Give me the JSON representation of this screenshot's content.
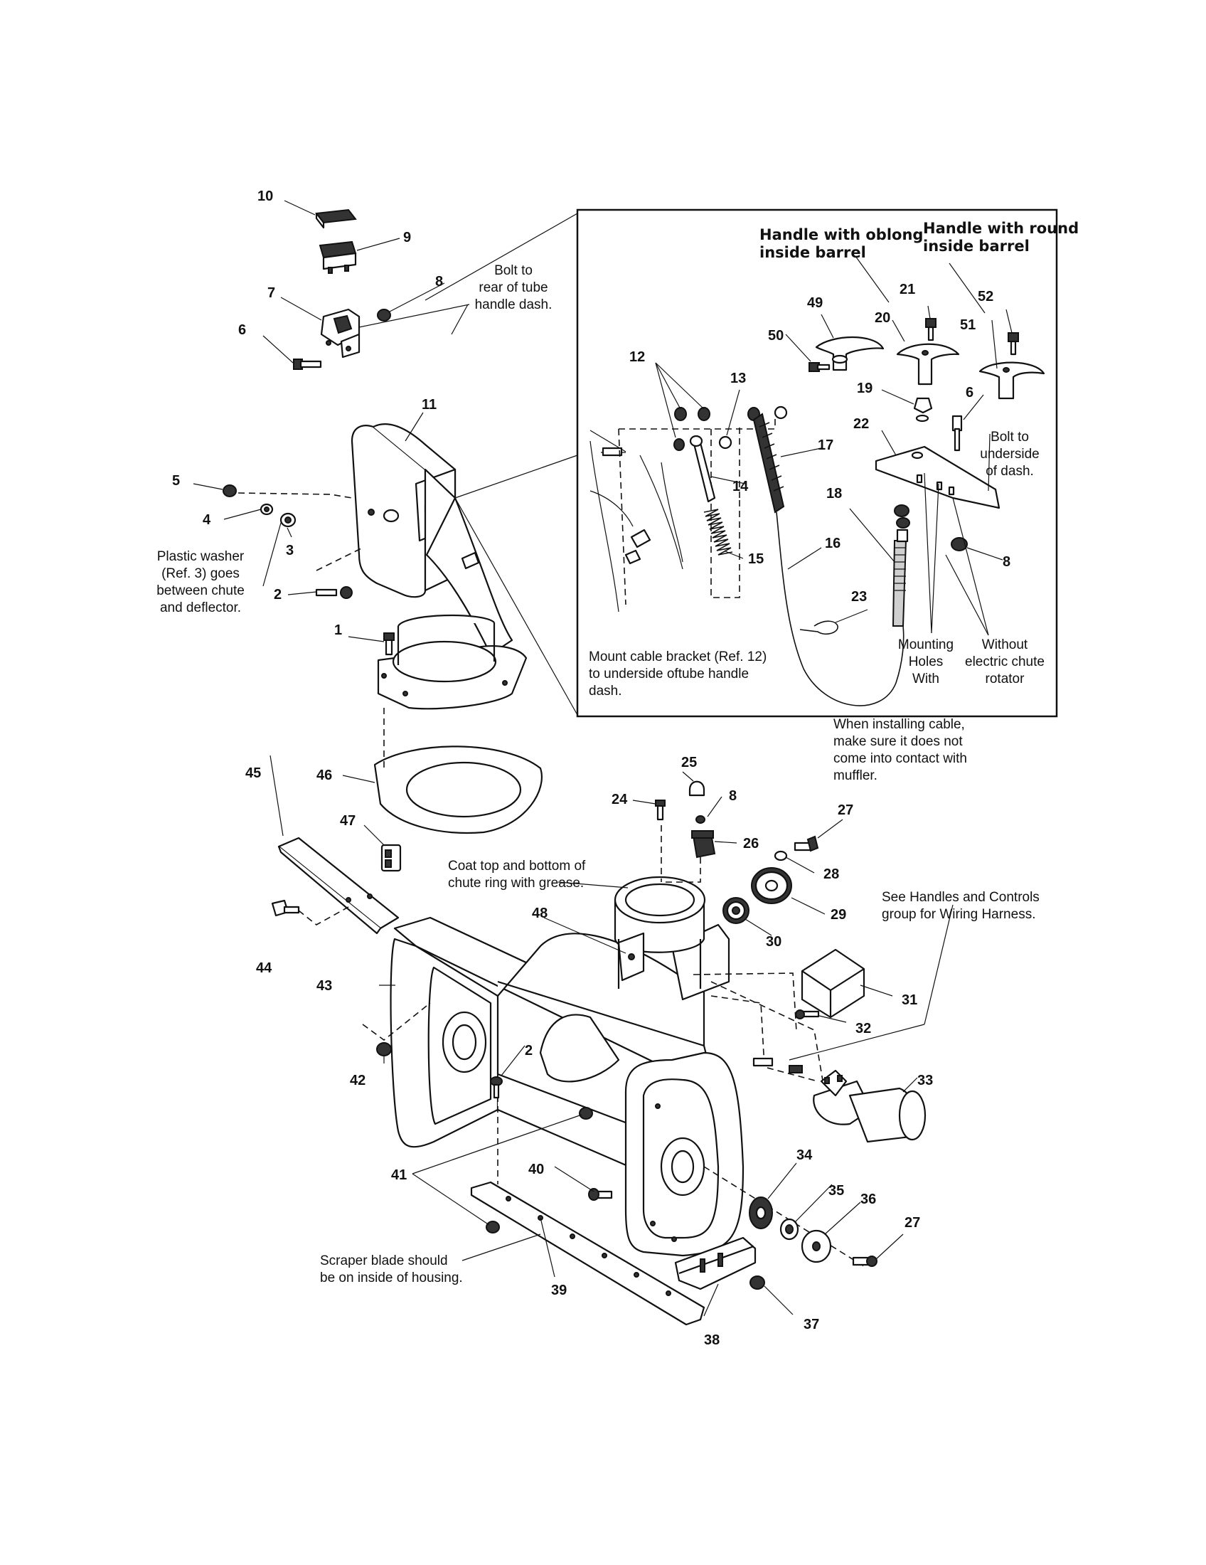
{
  "callouts": {
    "c1": "1",
    "c2a": "2",
    "c2b": "2",
    "c3": "3",
    "c4": "4",
    "c5": "5",
    "c6a": "6",
    "c6b": "6",
    "c7": "7",
    "c8a": "8",
    "c8b": "8",
    "c8c": "8",
    "c9": "9",
    "c10": "10",
    "c11": "11",
    "c12": "12",
    "c13": "13",
    "c14": "14",
    "c15": "15",
    "c16": "16",
    "c17": "17",
    "c18": "18",
    "c19": "19",
    "c20": "20",
    "c21": "21",
    "c22": "22",
    "c23": "23",
    "c24": "24",
    "c25": "25",
    "c26": "26",
    "c27a": "27",
    "c27b": "27",
    "c28": "28",
    "c29": "29",
    "c30": "30",
    "c31": "31",
    "c32": "32",
    "c33": "33",
    "c34": "34",
    "c35": "35",
    "c36": "36",
    "c37": "37",
    "c38": "38",
    "c39": "39",
    "c40": "40",
    "c41": "41",
    "c42": "42",
    "c43": "43",
    "c44": "44",
    "c45": "45",
    "c46": "46",
    "c47": "47",
    "c48": "48",
    "c49": "49",
    "c50": "50",
    "c51": "51",
    "c52": "52"
  },
  "notes": {
    "bolt_rear": [
      "Bolt to",
      "rear of tube",
      "handle dash."
    ],
    "plastic_washer": [
      "Plastic washer",
      "(Ref. 3) goes",
      "between chute",
      "and deflector."
    ],
    "handle_oblong": [
      "Handle with oblong",
      "inside barrel"
    ],
    "handle_round": [
      "Handle with round",
      "inside barrel"
    ],
    "bolt_underside": [
      "Bolt to",
      "underside",
      "of dash."
    ],
    "mount_cable": [
      "Mount cable bracket (Ref. 12)",
      "to underside oftube handle",
      "dash."
    ],
    "mounting_holes": [
      "Mounting",
      "Holes",
      "With"
    ],
    "without_rotator": [
      "Without",
      "electric chute",
      "rotator"
    ],
    "installing_cable": [
      "When installing cable,",
      "make sure it does not",
      "come into contact with",
      "muffler."
    ],
    "coat_grease": [
      "Coat top and bottom of",
      "chute ring with grease."
    ],
    "see_handles": [
      "See Handles and Controls",
      "group for Wiring Harness."
    ],
    "scraper_blade": [
      "Scraper blade should",
      "be on inside of housing."
    ]
  }
}
